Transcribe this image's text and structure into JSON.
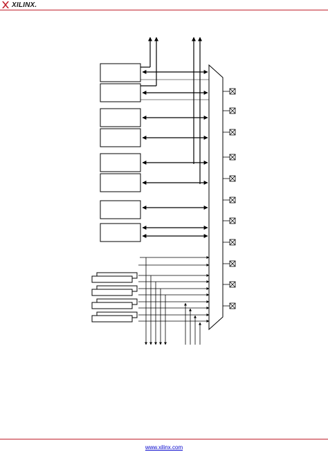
{
  "header": {
    "logo_text": "XILINX.",
    "brand_color": "#c0202b"
  },
  "footer": {
    "link_text": "www.xilinx.com",
    "link_color": "#0000cc"
  },
  "diagram": {
    "upper_block_count": 8,
    "lower_stacked_pair_count": 4,
    "io_pad_count": 11,
    "bus_line_color": "#000000"
  }
}
